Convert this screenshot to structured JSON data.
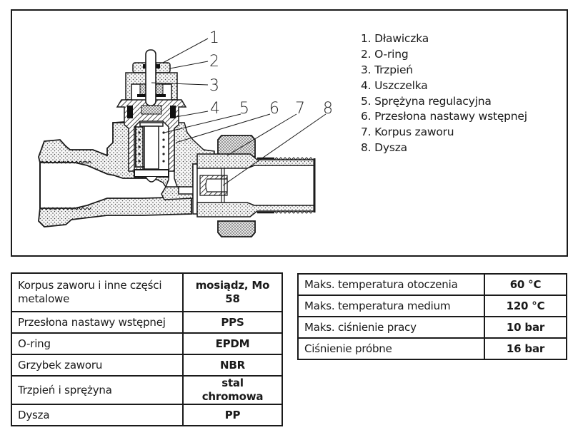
{
  "diagram": {
    "title": "Valve cross-section",
    "callouts": [
      "1",
      "2",
      "3",
      "4",
      "5",
      "6",
      "7",
      "8"
    ],
    "legend": [
      "1. Dławiczka",
      "2. O-ring",
      "3. Trzpień",
      "4. Uszczelka",
      "5. Sprężyna regulacyjna",
      "6. Przesłona nastawy wstępnej",
      "7. Korpus zaworu",
      "8. Dysza"
    ]
  },
  "materials_table": {
    "rows": [
      {
        "label": "Korpus zaworu i inne części metalowe",
        "value": "mosiądz, Mo 58"
      },
      {
        "label": "Przesłona nastawy wstępnej",
        "value": "PPS"
      },
      {
        "label": "O-ring",
        "value": "EPDM"
      },
      {
        "label": "Grzybek zaworu",
        "value": "NBR"
      },
      {
        "label": "Trzpień i sprężyna",
        "value": "stal chromowa"
      },
      {
        "label": "Dysza",
        "value": "PP"
      }
    ]
  },
  "parameters_table": {
    "rows": [
      {
        "label": "Maks. temperatura otoczenia",
        "value": "60 °C"
      },
      {
        "label": "Maks. temperatura medium",
        "value": "120 °C"
      },
      {
        "label": "Maks. ciśnienie pracy",
        "value": "10 bar"
      },
      {
        "label": "Ciśnienie próbne",
        "value": "16 bar"
      }
    ]
  },
  "colors": {
    "line": "#1a1a1a",
    "fill_dotted": "#f4f4f4",
    "dot": "#555555"
  }
}
